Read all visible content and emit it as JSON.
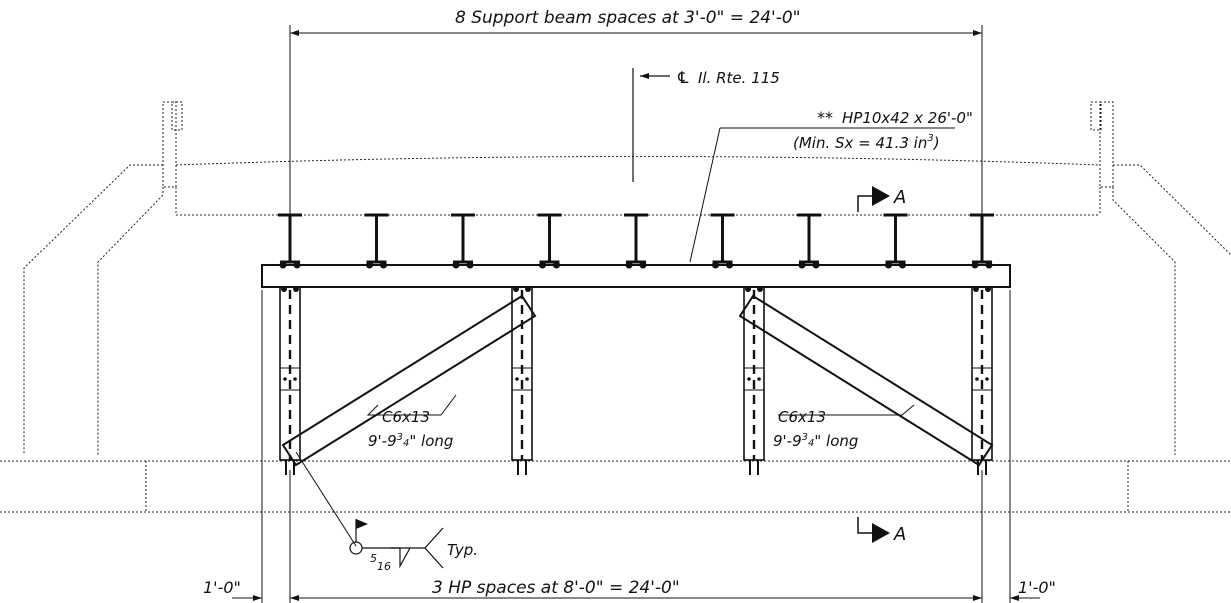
{
  "dimensions": {
    "top": "8 Support beam spaces at 3'-0\" = 24'-0\"",
    "bottom": "3 HP spaces at 8'-0\" = 24'-0\"",
    "left_offset": "1'-0\"",
    "right_offset": "1'-0\""
  },
  "centerline": {
    "symbol": "℄",
    "label": "Il. Rte. 115"
  },
  "beam_callout": {
    "marker": "**",
    "line1": "HP10x42 x 26'-0\"",
    "line2_prefix": "(Min. Sx = 41.3 in",
    "line2_sup": "3",
    "line2_suffix": ")"
  },
  "braces": {
    "left": {
      "section": "C6x13",
      "length_a": "9'-9",
      "length_sup": "3",
      "length_sub": "4",
      "length_b": "\" long"
    },
    "right": {
      "section": "C6x13",
      "length_a": "9'-9",
      "length_sup": "3",
      "length_sub": "4",
      "length_b": "\" long"
    }
  },
  "section_marks": {
    "upper": "A",
    "lower": "A"
  },
  "weld": {
    "size_num": "5",
    "size_den": "16",
    "note": "Typ."
  }
}
